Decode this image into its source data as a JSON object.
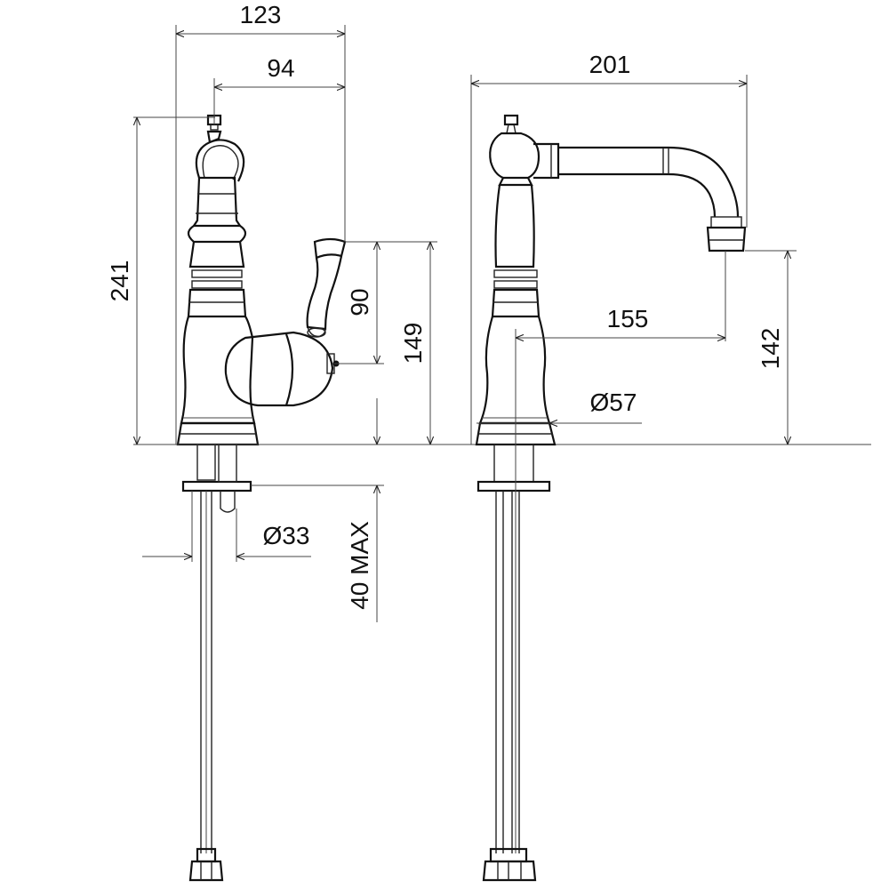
{
  "drawing": {
    "units": "mm",
    "side_view": {
      "dims": {
        "overall_width": "123",
        "lever_offset": "94",
        "overall_height": "241",
        "lever_height": "90",
        "body_height": "149",
        "shank_diameter": "Ø33",
        "max_counter_thickness": "40 MAX"
      }
    },
    "front_view": {
      "dims": {
        "spout_reach_overall": "201",
        "spout_reach": "155",
        "spout_height": "142",
        "base_diameter": "Ø57"
      }
    }
  }
}
